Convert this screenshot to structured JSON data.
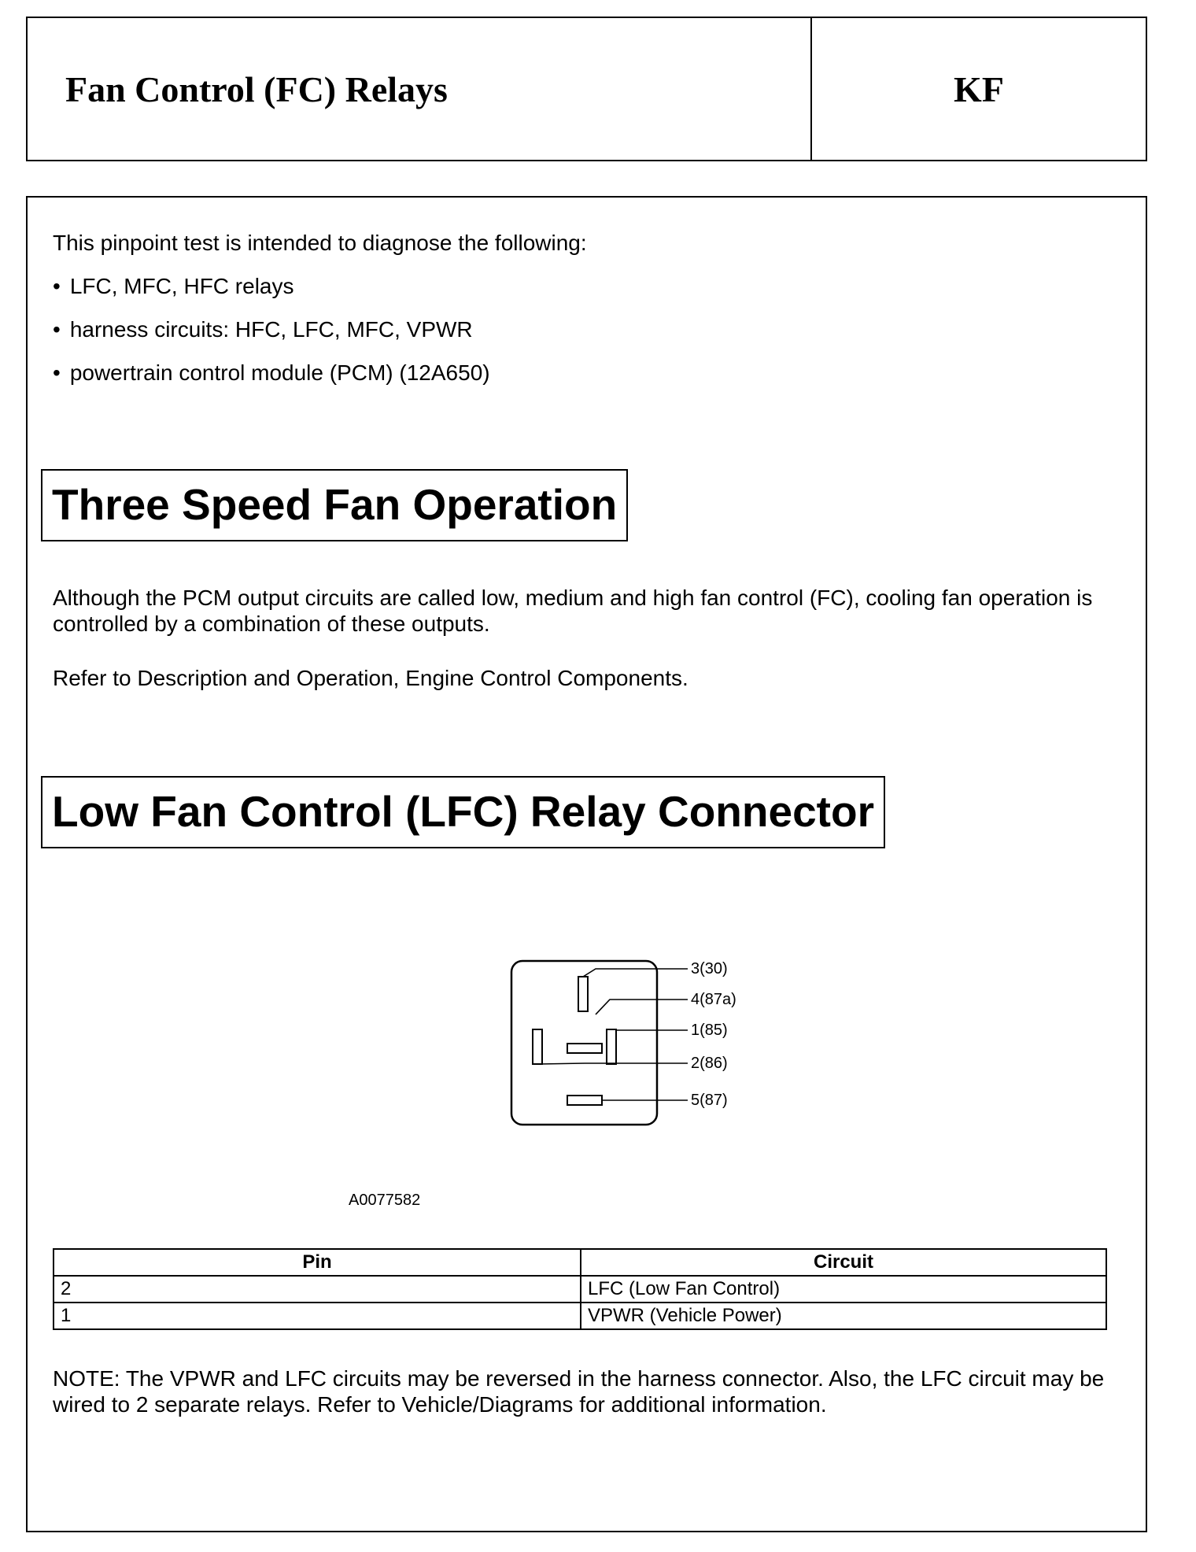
{
  "header": {
    "title": "Fan Control (FC) Relays",
    "code": "KF"
  },
  "intro": {
    "lead": "This pinpoint test is intended to diagnose the following:",
    "items": [
      "LFC, MFC, HFC relays",
      "harness circuits: HFC, LFC, MFC, VPWR",
      "powertrain control module (PCM) (12A650)"
    ]
  },
  "section1": {
    "heading": "Three Speed Fan Operation",
    "para1": "Although the PCM output circuits are called low, medium and high fan control (FC), cooling fan operation is controlled by a combination of these outputs.",
    "para2": "Refer to Description and Operation, Engine Control Components."
  },
  "section2": {
    "heading": "Low Fan Control (LFC) Relay Connector",
    "diagram": {
      "pin_labels": [
        "3(30)",
        "4(87a)",
        "1(85)",
        "2(86)",
        "5(87)"
      ],
      "figure_id": "A0077582"
    },
    "table": {
      "headers": [
        "Pin",
        "Circuit"
      ],
      "rows": [
        [
          "2",
          "LFC (Low Fan Control)"
        ],
        [
          "1",
          "VPWR (Vehicle Power)"
        ]
      ]
    },
    "note": "NOTE: The VPWR and LFC circuits may be reversed in the harness connector. Also, the LFC circuit may be wired to 2 separate relays. Refer to Vehicle/Diagrams for additional  information."
  }
}
